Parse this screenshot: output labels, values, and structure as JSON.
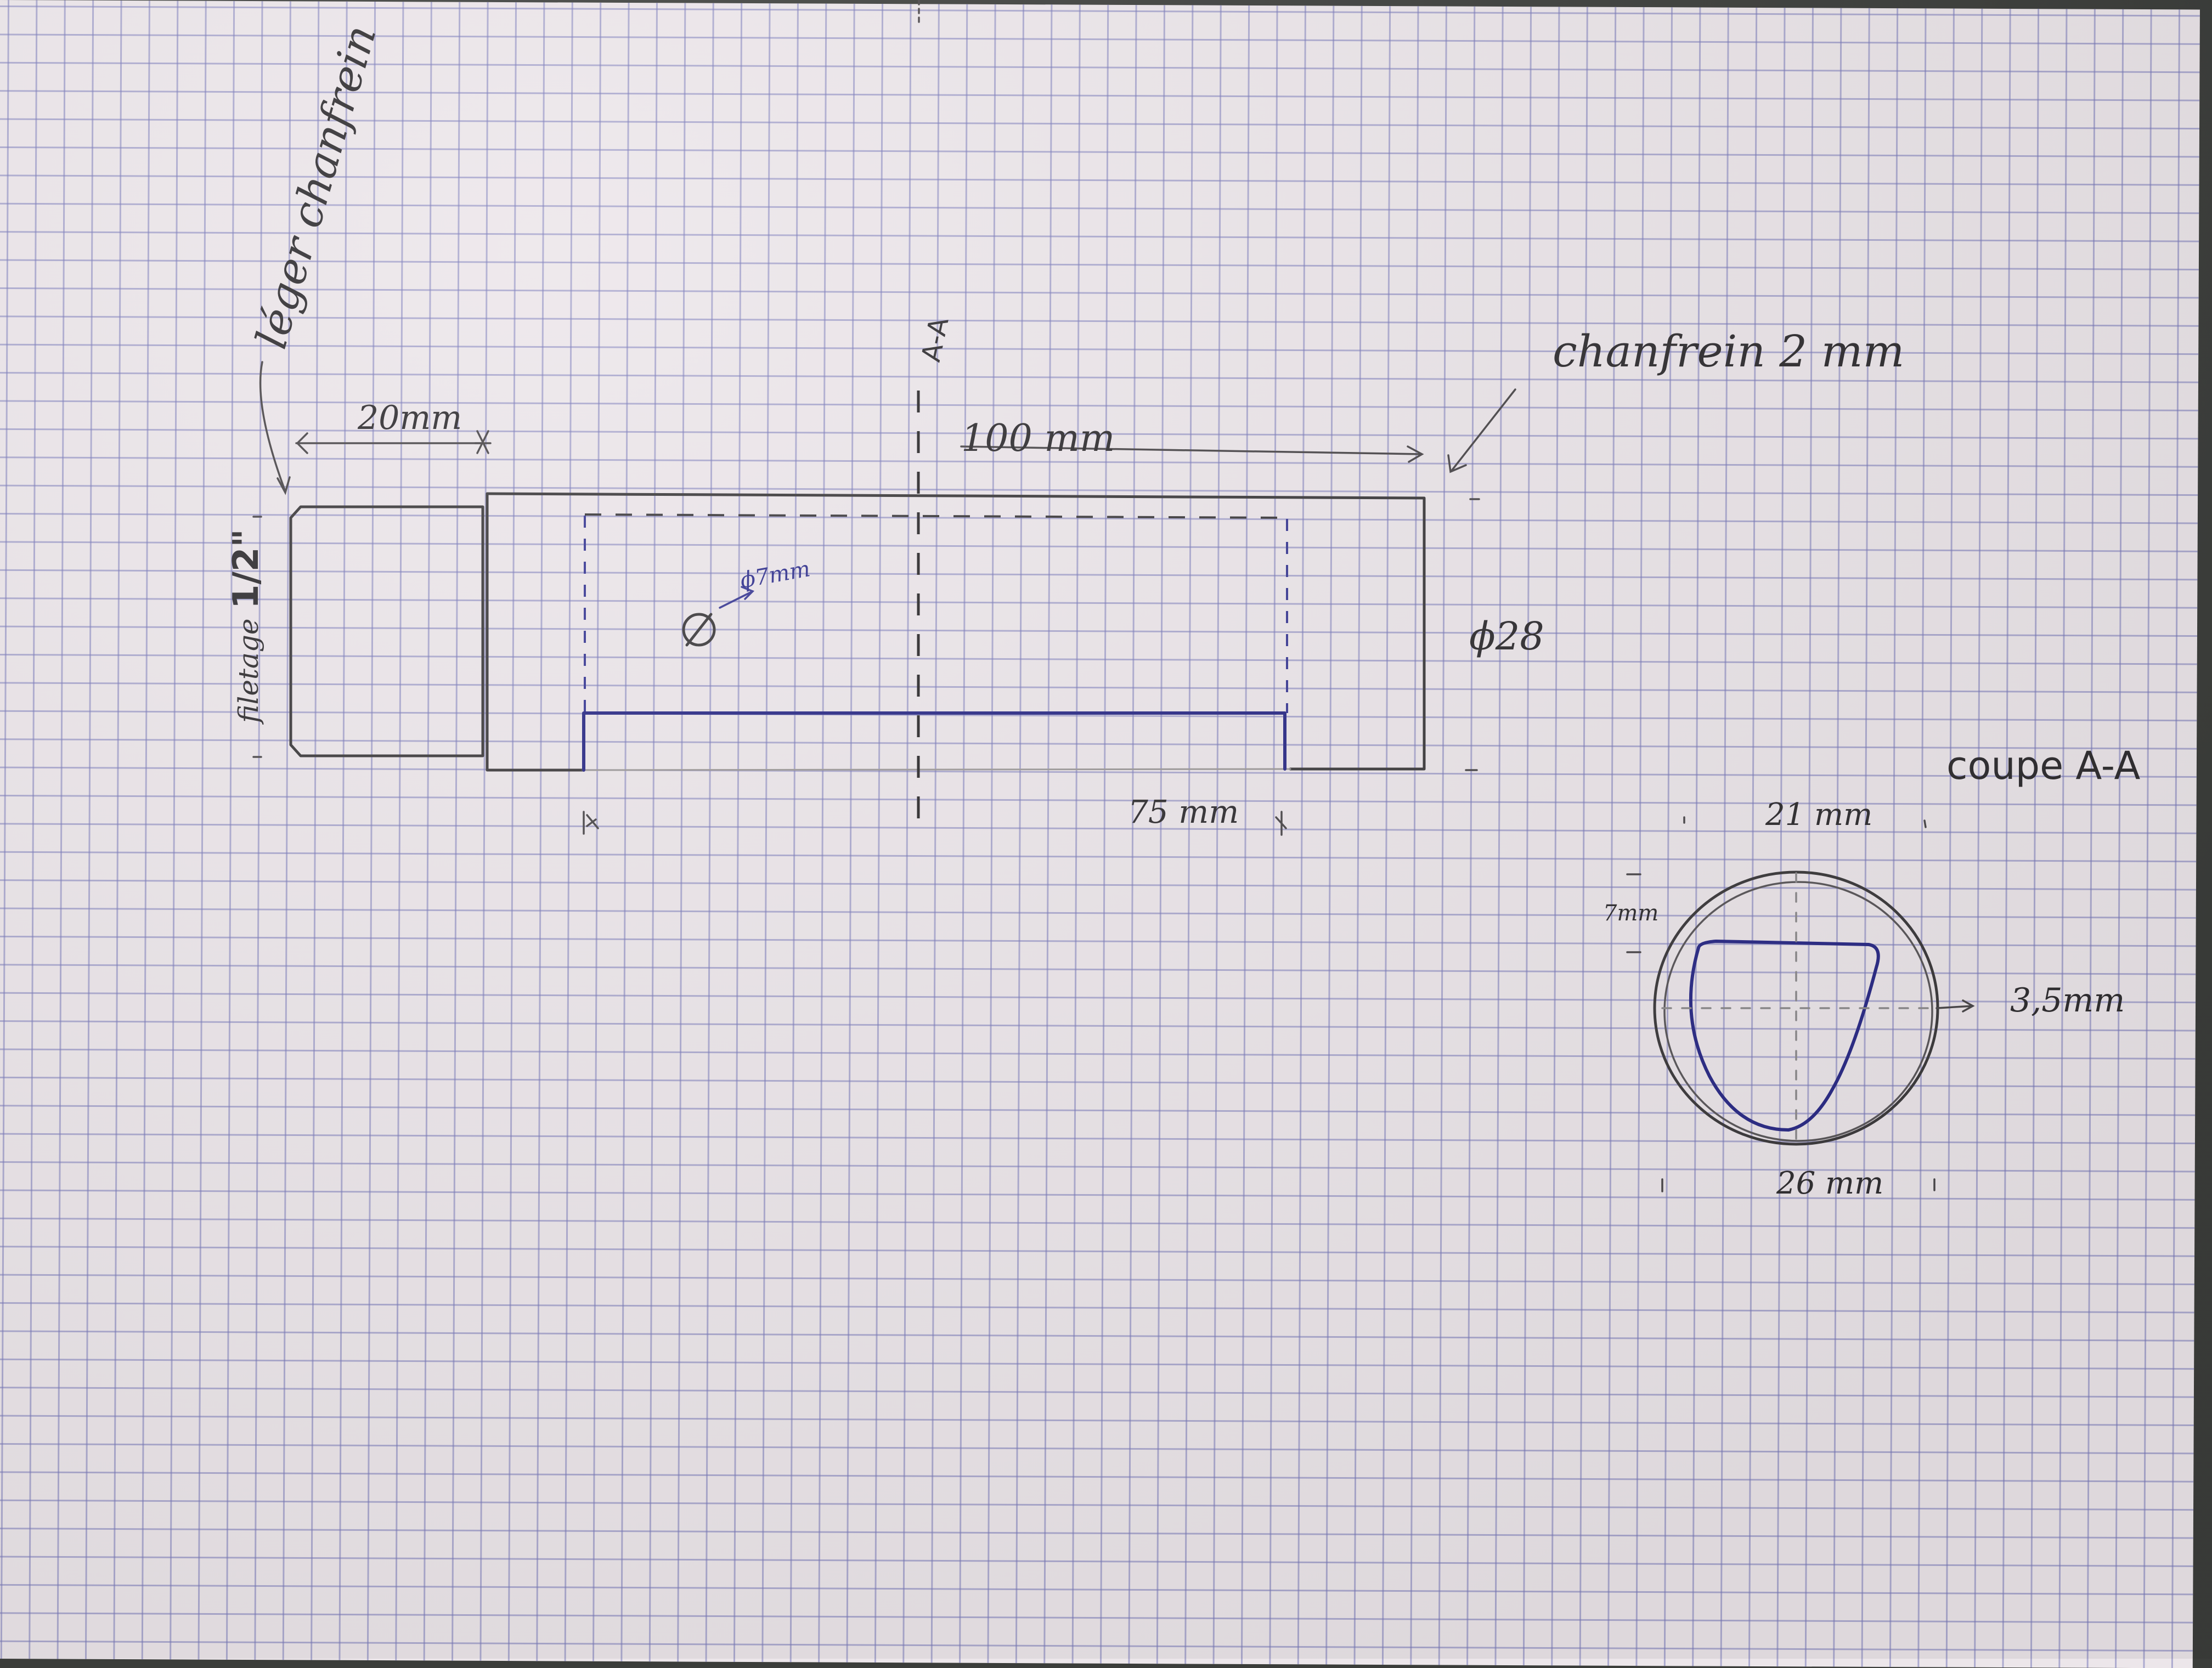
{
  "annotations": {
    "leger_chamfer": "léger chanfrein",
    "length_20": "20mm",
    "section_mark": "A-A",
    "length_100": "100 mm",
    "chamfer_2": "chanfrein 2 mm",
    "thread_label": "filetage",
    "thread_size": "1/2\"",
    "hole_diameter": "ϕ7mm",
    "diameter_28": "ϕ28",
    "length_75": "75 mm"
  },
  "section_view": {
    "title": "coupe A-A",
    "width_21": "21 mm",
    "depth_7": "7mm",
    "wall_35": "3,5mm",
    "diameter_26": "26 mm"
  },
  "colors": {
    "paper": "#ece6ea",
    "grid": "#7878b9",
    "pencil": "#3c3a3c",
    "blue_ink": "#2a2a86"
  }
}
